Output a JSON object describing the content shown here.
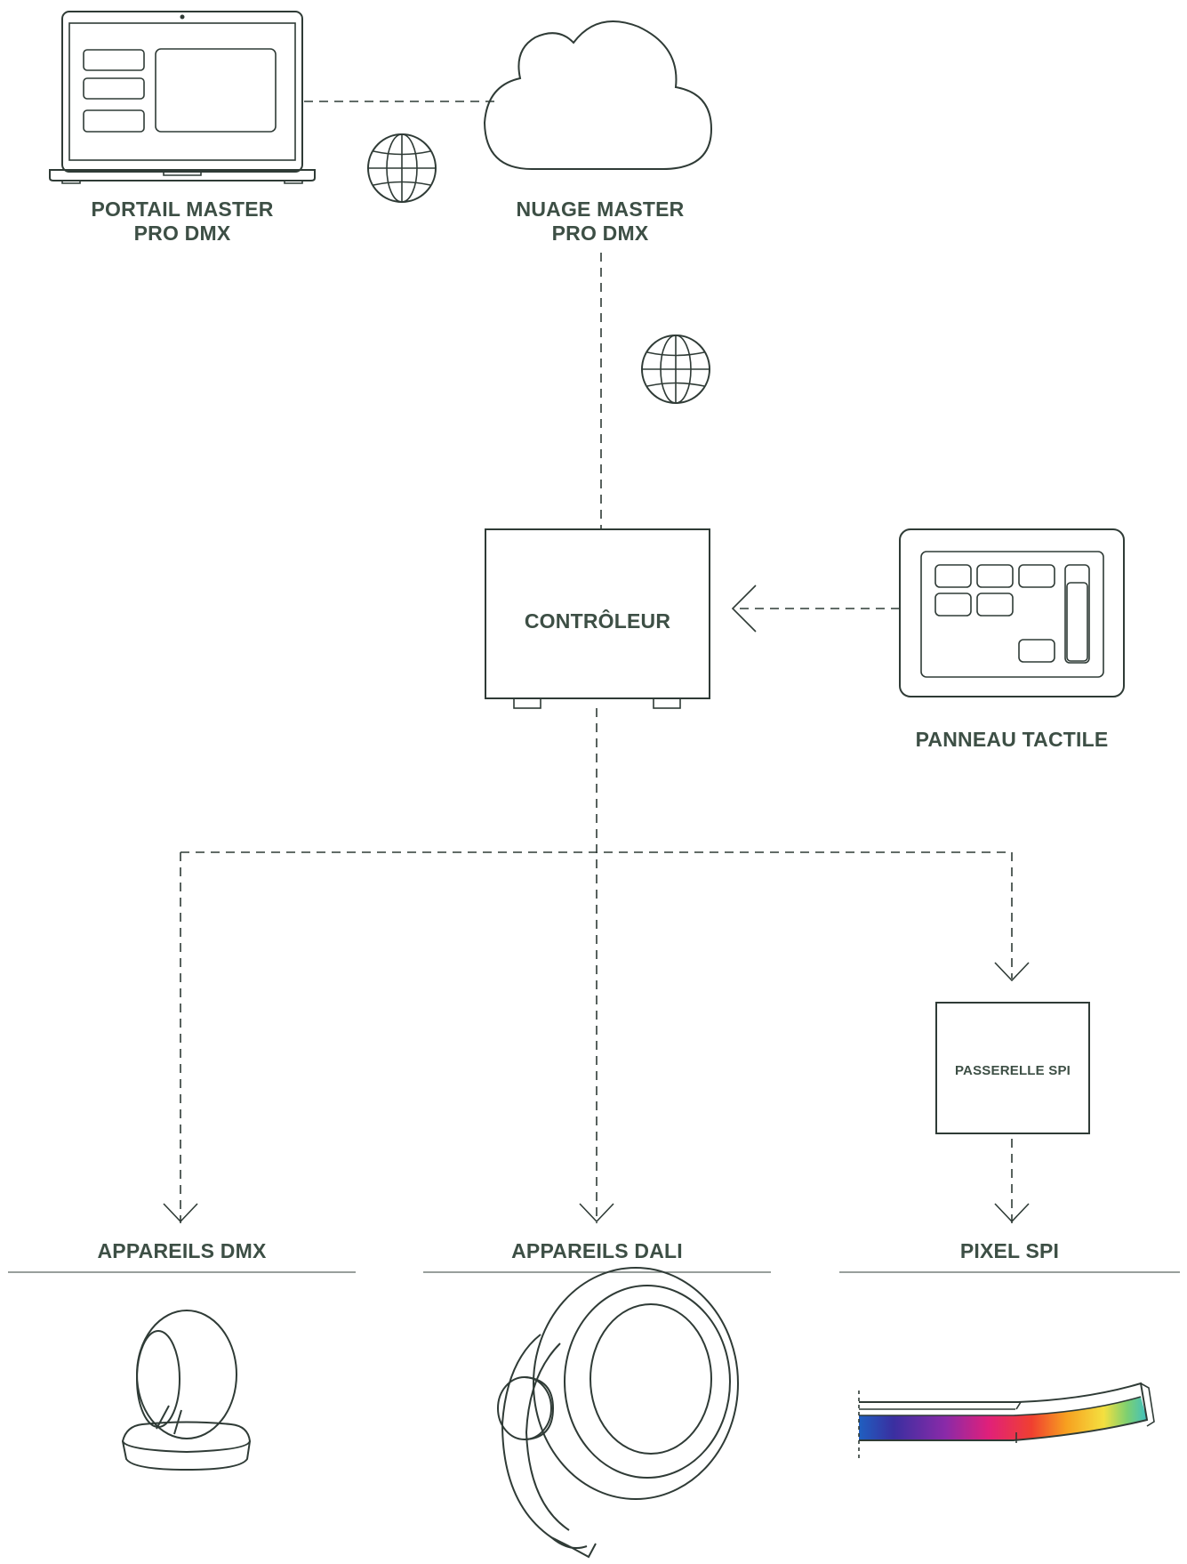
{
  "nodes": {
    "portal": {
      "line1": "PORTAIL MASTER",
      "line2": "PRO DMX",
      "icon": "laptop-icon"
    },
    "cloud": {
      "line1": "NUAGE MASTER",
      "line2": "PRO DMX",
      "icon": "cloud-icon"
    },
    "controller": {
      "label": "CONTRÔLEUR"
    },
    "touch_panel": {
      "label": "PANNEAU TACTILE",
      "icon": "touch-panel-icon"
    },
    "spi_gateway": {
      "label": "PASSERELLE SPI"
    },
    "dmx_devices": {
      "label": "APPAREILS DMX",
      "icon": "moving-head-icon"
    },
    "dali_devices": {
      "label": "APPAREILS DALI",
      "icon": "floodlight-icon"
    },
    "pixel_spi": {
      "label": "PIXEL SPI",
      "icon": "led-strip-icon"
    }
  },
  "colors": {
    "stroke": "#2f3b36",
    "label": "#3d4f45",
    "strip_gradient": [
      "#1f5fc0",
      "#3a2fa0",
      "#8a2aa8",
      "#e0207a",
      "#f04030",
      "#f7a020",
      "#f4e040",
      "#7ed070",
      "#40c0c0"
    ]
  }
}
